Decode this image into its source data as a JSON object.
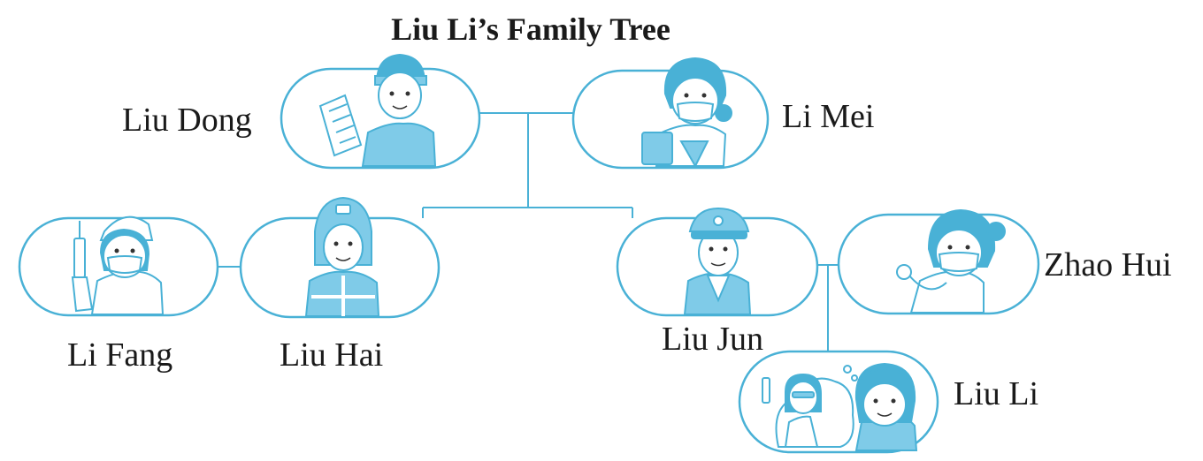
{
  "title": "Liu Li’s Family Tree",
  "members": {
    "liu_dong": "Liu Dong",
    "li_mei": "Li Mei",
    "li_fang": "Li Fang",
    "liu_hai": "Liu Hai",
    "liu_jun": "Liu Jun",
    "zhao_hui": "Zhao Hui",
    "liu_li": "Liu Li"
  },
  "colors": {
    "line": "#49b1d6",
    "fill": "#7fcbe8",
    "skin": "#ffffff"
  },
  "icons": {
    "liu_dong": "farmer-with-document-icon",
    "li_mei": "doctor-with-folder-icon",
    "li_fang": "nurse-with-syringe-icon",
    "liu_hai": "firefighter-icon",
    "liu_jun": "police-officer-icon",
    "zhao_hui": "doctor-with-stethoscope-icon",
    "liu_li": "girl-dreaming-scientist-icon"
  }
}
